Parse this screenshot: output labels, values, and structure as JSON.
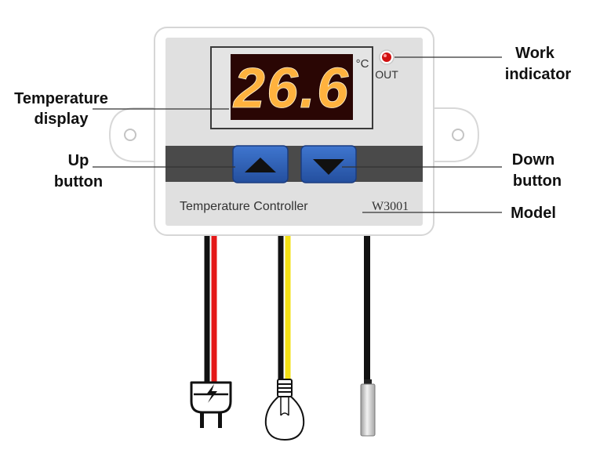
{
  "callouts": {
    "temperature_display": [
      "Temperature",
      "display"
    ],
    "up_button": [
      "Up",
      "button"
    ],
    "work_indicator": [
      "Work",
      "indicator"
    ],
    "down_button": [
      "Down",
      "button"
    ],
    "model": "Model"
  },
  "device": {
    "display_reading": "26.6",
    "unit_symbol": "°C",
    "out_label": "OUT",
    "product_name": "Temperature Controller",
    "model_code": "W3001"
  },
  "colors": {
    "display_digits": "#ffb23e",
    "display_bg": "#2a0604",
    "button_blue": "#2e5fb8",
    "indicator_red": "#d01010",
    "wire_red": "#e41818",
    "wire_yellow": "#f3e015",
    "wire_black": "#111111",
    "probe_metal": "#c9c9c9"
  },
  "icons": [
    "power-plug-icon",
    "light-bulb-icon",
    "temperature-probe-icon",
    "up-arrow-icon",
    "down-arrow-icon"
  ]
}
